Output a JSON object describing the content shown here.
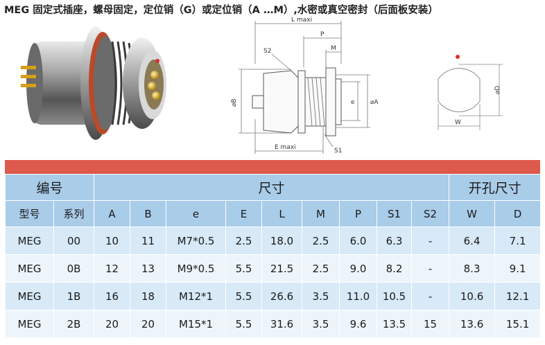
{
  "title": "MEG 固定式插座，螺母固定，定位销（G）或定位销（A …M）,水密或真空密封（后面板安装）",
  "drawing": {
    "labels": {
      "l_max": "L maxi",
      "p": "P",
      "m": "M",
      "s2": "S2",
      "phi_b": "⌀B",
      "e": "e",
      "phi_a": "⌀A",
      "e_max": "E maxi",
      "s1": "S1",
      "phi_d": "⌀D",
      "w": "W"
    }
  },
  "table": {
    "group_headers": [
      "编号",
      "尺寸",
      "开孔尺寸"
    ],
    "columns": [
      "型号",
      "系列",
      "A",
      "B",
      "e",
      "E",
      "L",
      "M",
      "P",
      "S1",
      "S2",
      "W",
      "D"
    ],
    "rows": [
      [
        "MEG",
        "00",
        "10",
        "11",
        "M7*0.5",
        "2.5",
        "18.0",
        "2.5",
        "6.0",
        "6.3",
        "-",
        "6.4",
        "7.1"
      ],
      [
        "MEG",
        "0B",
        "12",
        "13",
        "M9*0.5",
        "5.5",
        "21.5",
        "2.5",
        "9.0",
        "8.2",
        "-",
        "8.3",
        "9.1"
      ],
      [
        "MEG",
        "1B",
        "16",
        "18",
        "M12*1",
        "5.5",
        "26.6",
        "3.5",
        "11.0",
        "10.5",
        "-",
        "10.6",
        "12.1"
      ],
      [
        "MEG",
        "2B",
        "20",
        "20",
        "M15*1",
        "5.5",
        "31.6",
        "3.5",
        "9.6",
        "13.5",
        "15",
        "13.6",
        "15.1"
      ]
    ]
  },
  "colors": {
    "accent_bar": "#dd5a4c",
    "header_bg": "#a9cce9",
    "row_odd": "#d8e9f7",
    "row_even": "#edf5fb",
    "seal_ring": "#c1542c"
  }
}
